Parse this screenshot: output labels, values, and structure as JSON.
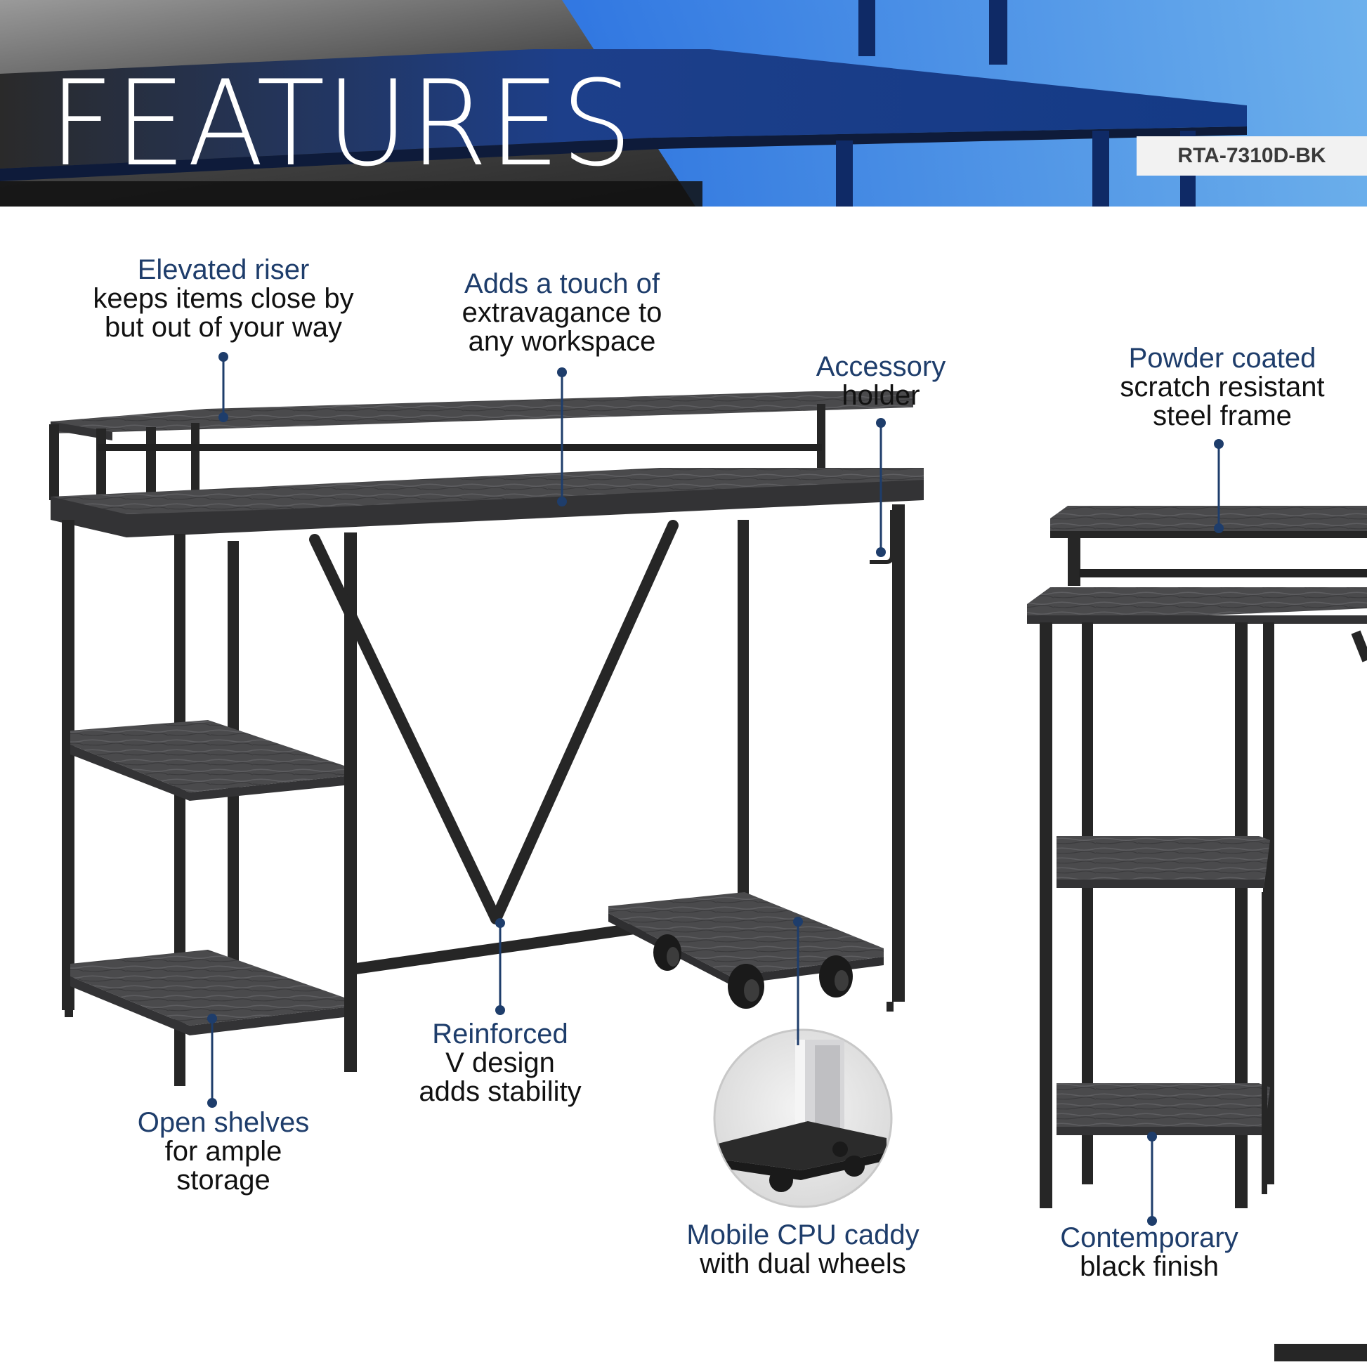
{
  "banner": {
    "title": "FEATURES",
    "sku": "RTA-7310D-BK"
  },
  "colors": {
    "accent": "#1e3d6b",
    "text": "#111111",
    "frame": "#262626",
    "wood": "#4a4a4c",
    "banner_blue": "#1a5fd6"
  },
  "callouts": [
    {
      "id": "elevated-riser",
      "head": "Elevated riser",
      "lines": [
        "keeps items close by",
        "but out of your way"
      ]
    },
    {
      "id": "extravagance",
      "head": "Adds a touch of",
      "lines": [
        "extravagance to",
        "any workspace"
      ]
    },
    {
      "id": "accessory-holder",
      "head": "Accessory",
      "lines": [
        "holder"
      ]
    },
    {
      "id": "powder-coated",
      "head": "Powder coated",
      "lines": [
        "scratch resistant",
        "steel frame"
      ]
    },
    {
      "id": "reinforced-v",
      "head": "Reinforced",
      "lines": [
        "V design",
        "adds stability"
      ]
    },
    {
      "id": "open-shelves",
      "head": "Open shelves",
      "lines": [
        "for ample",
        "storage"
      ]
    },
    {
      "id": "cpu-caddy",
      "head": "Mobile CPU caddy",
      "lines": [
        "with dual wheels"
      ]
    },
    {
      "id": "black-finish",
      "head": "Contemporary",
      "lines": [
        "black finish"
      ]
    }
  ]
}
